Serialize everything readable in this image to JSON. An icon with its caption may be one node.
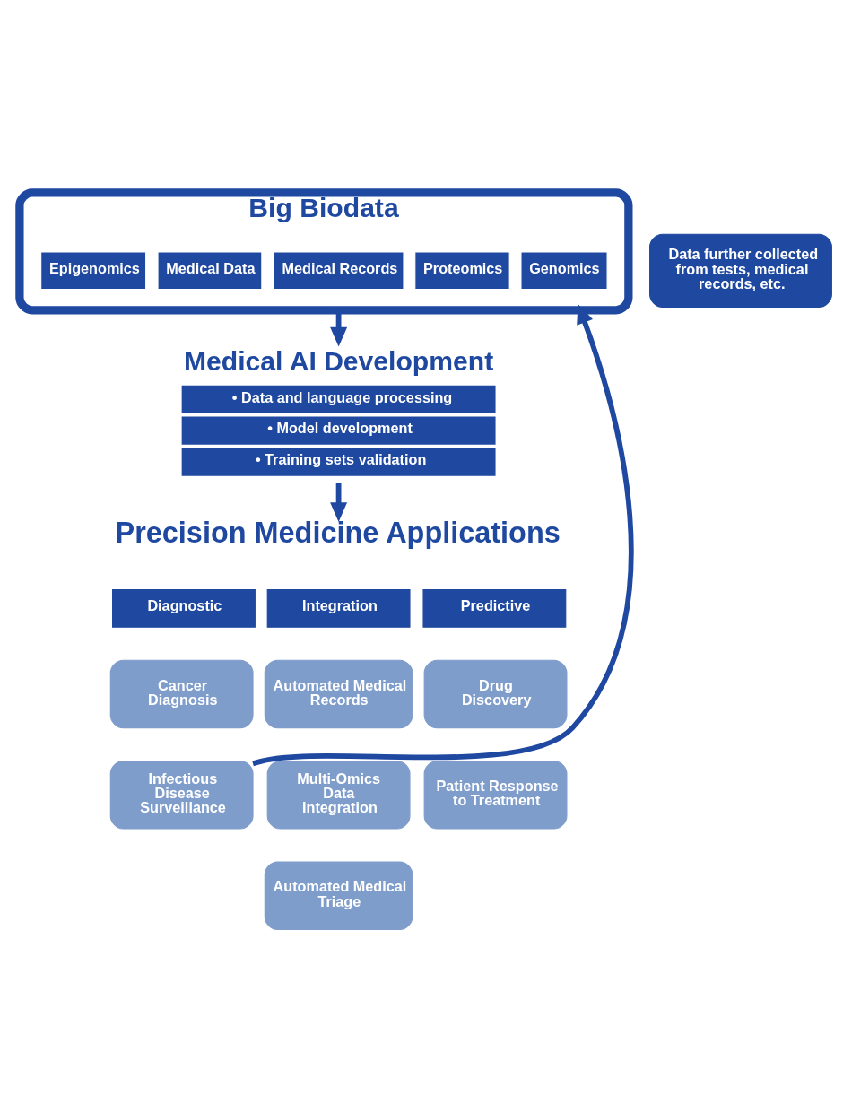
{
  "diagram": {
    "nodes": [
      {
        "text": [
          "Big Biodata"
        ]
      },
      {
        "text": [
          "Genomics"
        ],
        "in": 0
      },
      {
        "text": [
          "Proteomics"
        ],
        "in": 0
      },
      {
        "text": [
          "Medical Records"
        ],
        "in": 0
      },
      {
        "text": [
          "Medical Data"
        ],
        "in": 0
      },
      {
        "text": [
          "Epigenomics"
        ],
        "in": 0
      },
      {
        "text": [
          "Medical AI Development",
          "• Data and language processing",
          "• Model development",
          "• Training sets validation"
        ]
      },
      {
        "text": [
          "Precision Medicine Applications"
        ]
      },
      {
        "text": [
          "Diagnostic"
        ]
      },
      {
        "text": [
          "Integration"
        ]
      },
      {
        "text": [
          "Predictive"
        ]
      },
      {
        "text": [
          "Cancer Diagnosis"
        ]
      },
      {
        "text": [
          "Automated Medical Records"
        ]
      },
      {
        "text": [
          "Drug Discovery"
        ]
      },
      {
        "text": [
          "Infectious Disease Surveillance"
        ]
      },
      {
        "text": [
          "Multi-Omics Data Integration"
        ]
      },
      {
        "text": [
          "Patient Response to Treatment"
        ]
      },
      {
        "text": [
          "Automated Medical Triage"
        ]
      },
      {
        "text": [
          "Data further collected from tests, medical records, etc."
        ]
      }
    ],
    "edges": [
      {
        "from": 0,
        "to": 6,
        "arrow": "to"
      },
      {
        "from": 6,
        "to": 7,
        "arrow": "to"
      },
      {
        "from": 14,
        "to": 0,
        "arrow": "to"
      }
    ]
  }
}
